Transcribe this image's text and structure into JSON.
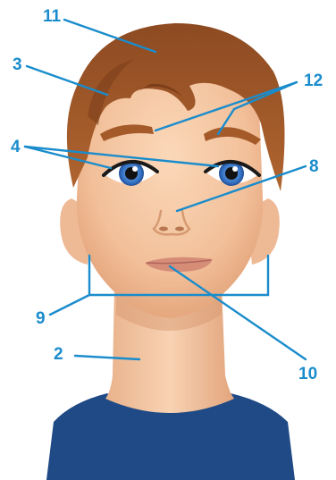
{
  "colors": {
    "label": "#1a8ccc",
    "skin": "#f5c9a5",
    "hair": "#9e5528",
    "shirt": "#1f4a85",
    "iris": "#3c7fd0"
  },
  "labels": {
    "hair": "11",
    "forehead": "3",
    "eyebrows": "12",
    "eyes": "4",
    "nose": "8",
    "jaw": "9",
    "mouth": "10",
    "neck": "2"
  }
}
